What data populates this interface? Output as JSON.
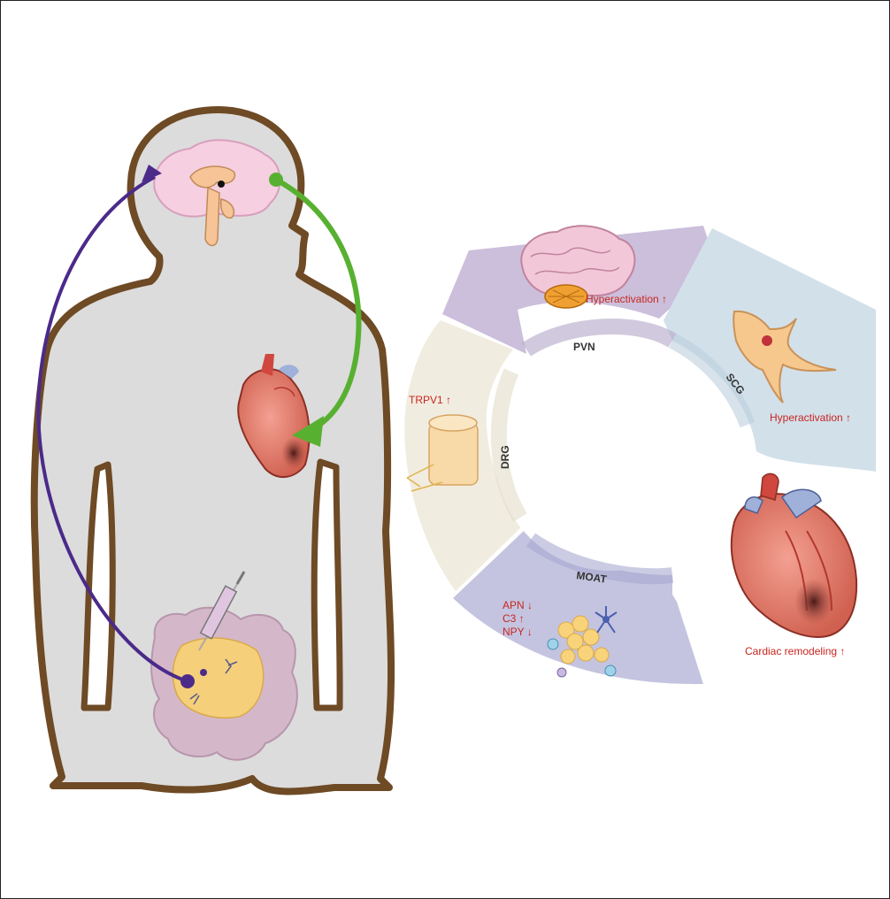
{
  "ring": {
    "pvn": {
      "label": "PVN",
      "note": "Hyperactivation ↑"
    },
    "scg": {
      "label": "SCG",
      "note": "Hyperactivation ↑"
    },
    "drg": {
      "label": "DRG",
      "note": "TRPV1 ↑"
    },
    "moat": {
      "label": "MOAT",
      "notes": [
        "APN ↓",
        "C3 ↑",
        "NPY ↓"
      ]
    }
  },
  "heart_caption": "Cardiac remodeling ↑",
  "colors": {
    "pvn": "#cbbfdb",
    "scg": "#d2e0ea",
    "drg": "#f1ece0",
    "moat": "#c4c4e0",
    "arrow_purple": "#4b2a8a",
    "arrow_green": "#58b030",
    "body_outline": "#6e4a25",
    "body_fill": "#dcdcdc",
    "red_text": "#c8261f"
  }
}
